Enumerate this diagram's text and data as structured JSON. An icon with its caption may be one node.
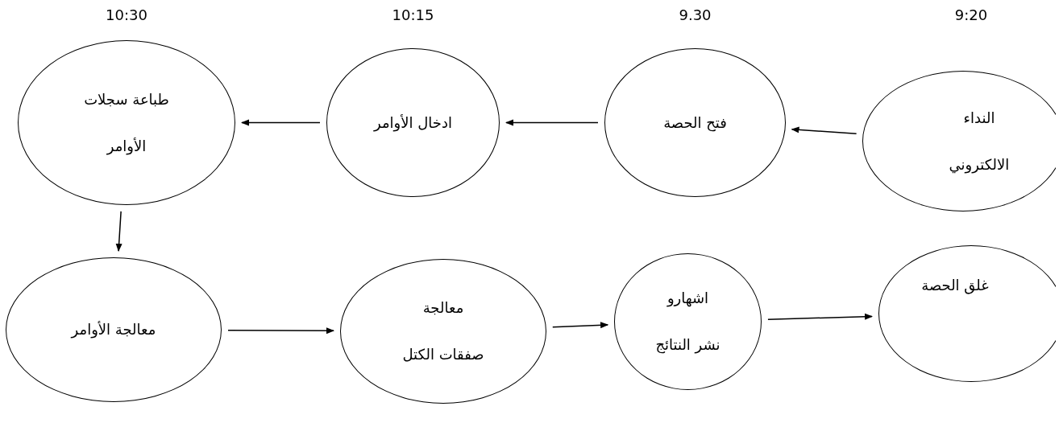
{
  "diagram": {
    "nodes": [
      {
        "text": [
          "النداء الالكتروني"
        ],
        "beside": [
          "9:20"
        ]
      },
      {
        "text": [
          "فتح الحصة"
        ],
        "beside": [
          "9.30"
        ]
      },
      {
        "text": [
          "ادخال الأوامر"
        ],
        "beside": [
          "10:15"
        ]
      },
      {
        "text": [
          "طباعة سجلات الأوامر"
        ],
        "beside": [
          "10:30"
        ]
      },
      {
        "text": [
          "معالجة الأوامر"
        ]
      },
      {
        "text": [
          "معالجة صفقات الكتل"
        ]
      },
      {
        "text": [
          "اشهارو نشر النتائج"
        ]
      },
      {
        "text": [
          "غلق الحصة"
        ]
      }
    ],
    "edges": [
      {
        "from": 0,
        "to": 1,
        "arrow": "to"
      },
      {
        "from": 1,
        "to": 2,
        "arrow": "to"
      },
      {
        "from": 2,
        "to": 3,
        "arrow": "to"
      },
      {
        "from": 3,
        "to": 4,
        "arrow": "to"
      },
      {
        "from": 4,
        "to": 5,
        "arrow": "to"
      },
      {
        "from": 5,
        "to": 6,
        "arrow": "to"
      },
      {
        "from": 6,
        "to": 7,
        "arrow": "to"
      }
    ]
  }
}
